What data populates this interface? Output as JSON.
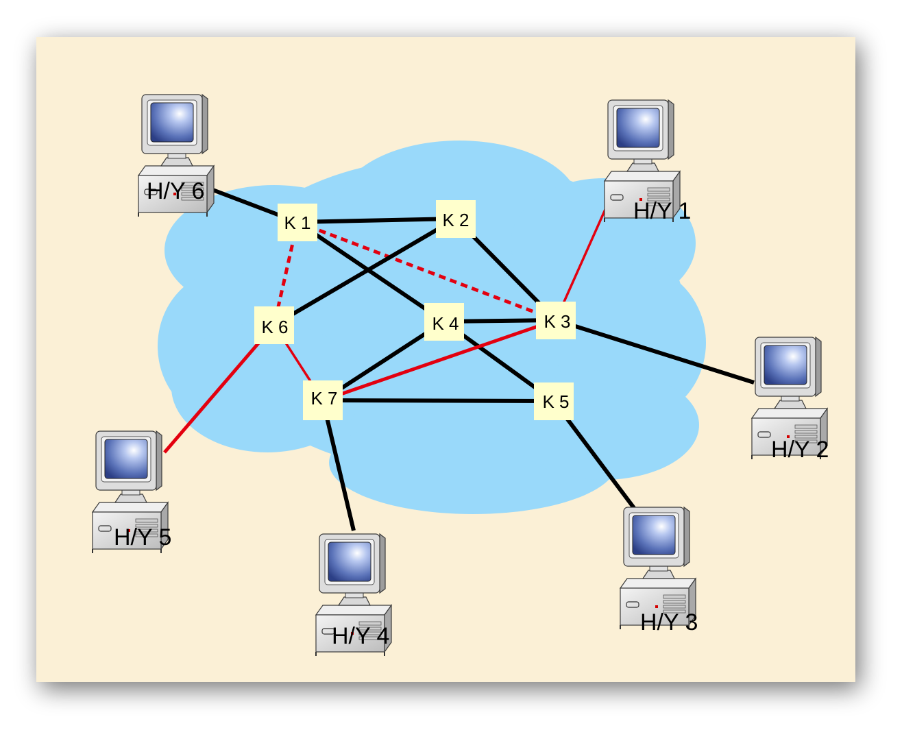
{
  "colors": {
    "panel_background": "#fbf0d6",
    "cloud": "#99d9fa",
    "node_box": "#ffffcc",
    "black_link": "#000000",
    "red_link": "#e3000f"
  },
  "nodes": [
    {
      "id": "K1",
      "label": "K 1"
    },
    {
      "id": "K2",
      "label": "K 2"
    },
    {
      "id": "K3",
      "label": "K 3"
    },
    {
      "id": "K4",
      "label": "K 4"
    },
    {
      "id": "K5",
      "label": "K 5"
    },
    {
      "id": "K6",
      "label": "K 6"
    },
    {
      "id": "K7",
      "label": "K 7"
    }
  ],
  "hosts": [
    {
      "id": "HY1",
      "label": "H/Y 1"
    },
    {
      "id": "HY2",
      "label": "H/Y 2"
    },
    {
      "id": "HY3",
      "label": "H/Y 3"
    },
    {
      "id": "HY4",
      "label": "H/Y 4"
    },
    {
      "id": "HY5",
      "label": "H/Y 5"
    },
    {
      "id": "HY6",
      "label": "H/Y 6"
    }
  ],
  "links": [
    {
      "from": "HY6",
      "to": "K1",
      "color": "black",
      "style": "solid"
    },
    {
      "from": "K1",
      "to": "K2",
      "color": "black",
      "style": "solid"
    },
    {
      "from": "K1",
      "to": "K4",
      "color": "black",
      "style": "solid"
    },
    {
      "from": "K1",
      "to": "K3",
      "color": "red",
      "style": "dashed"
    },
    {
      "from": "K1",
      "to": "K6",
      "color": "red",
      "style": "dashed"
    },
    {
      "from": "K2",
      "to": "K3",
      "color": "black",
      "style": "solid"
    },
    {
      "from": "K2",
      "to": "K6",
      "color": "black",
      "style": "solid"
    },
    {
      "from": "K3",
      "to": "HY1",
      "color": "red",
      "style": "solid"
    },
    {
      "from": "K3",
      "to": "HY2",
      "color": "black",
      "style": "solid"
    },
    {
      "from": "K4",
      "to": "K3",
      "color": "black",
      "style": "solid"
    },
    {
      "from": "K4",
      "to": "K7",
      "color": "black",
      "style": "solid"
    },
    {
      "from": "K4",
      "to": "K5",
      "color": "black",
      "style": "solid"
    },
    {
      "from": "K7",
      "to": "K3",
      "color": "red",
      "style": "solid"
    },
    {
      "from": "K7",
      "to": "K5",
      "color": "black",
      "style": "solid"
    },
    {
      "from": "K6",
      "to": "K7",
      "color": "red",
      "style": "solid"
    },
    {
      "from": "K6",
      "to": "HY5",
      "color": "red",
      "style": "solid"
    },
    {
      "from": "K7",
      "to": "HY4",
      "color": "black",
      "style": "solid"
    },
    {
      "from": "K5",
      "to": "HY3",
      "color": "black",
      "style": "solid"
    }
  ]
}
